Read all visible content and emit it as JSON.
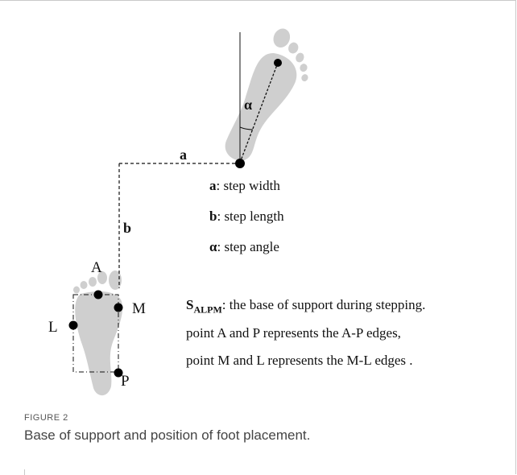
{
  "labels": {
    "a": "a",
    "b": "b",
    "alpha": "α",
    "A": "A",
    "M": "M",
    "L": "L",
    "P": "P"
  },
  "legend": [
    {
      "key": "a",
      "text": ": step width"
    },
    {
      "key": "b",
      "text": ": step length"
    },
    {
      "key": "α",
      "text": ": step angle"
    }
  ],
  "description": {
    "symbol_main": "S",
    "symbol_sub": "ALPM",
    "line1_rest": ": the base of support during stepping.",
    "line2": "point A and P represents the A-P edges,",
    "line3": "point M and L represents the M-L edges ."
  },
  "caption": {
    "label": "FIGURE 2",
    "text": "Base of support and position of foot placement."
  },
  "colors": {
    "foot": "#cfcfcf",
    "dot": "#000000",
    "line": "#111111"
  }
}
